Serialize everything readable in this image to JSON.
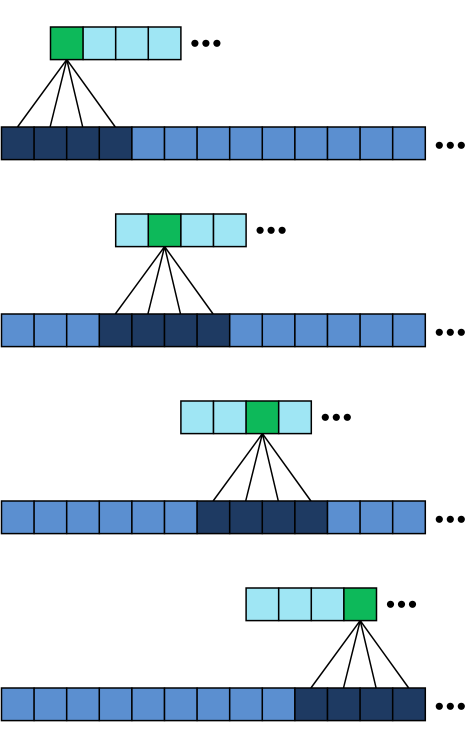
{
  "colors": {
    "input_cell": "#5B8FD0",
    "input_window": "#1E3A62",
    "output_cell": "#9FE6F4",
    "output_active": "#0DB95A",
    "outline": "#000000"
  },
  "input_length_visible": 13,
  "output_length_visible": 4,
  "kernel_size": 4,
  "continuation_icon": "ellipsis-icon",
  "panels": [
    {
      "output_index": 0,
      "window_start": 0
    },
    {
      "output_index": 1,
      "window_start": 3
    },
    {
      "output_index": 2,
      "window_start": 6
    },
    {
      "output_index": 3,
      "window_start": 9
    }
  ]
}
